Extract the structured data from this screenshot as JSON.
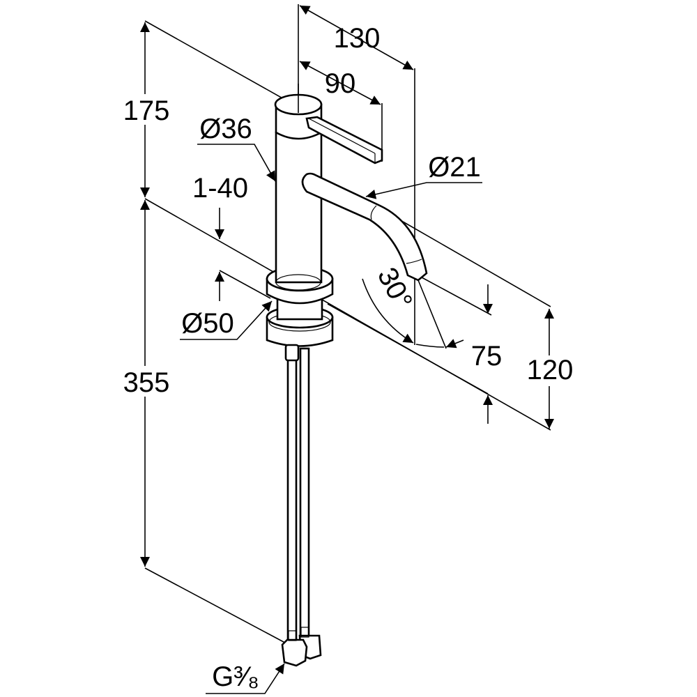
{
  "dimensions": {
    "total_width": "130",
    "lever_length": "90",
    "upper_height": "175",
    "body_diameter": "Ø36",
    "spout_diameter": "Ø21",
    "deck_thickness": "1-40",
    "base_diameter": "Ø50",
    "spout_angle": "30°",
    "spout_projection": "75",
    "spout_height": "120",
    "lower_height": "355",
    "connection_thread": "G³⁄₈"
  },
  "colors": {
    "line": "#000000",
    "background": "#ffffff"
  }
}
